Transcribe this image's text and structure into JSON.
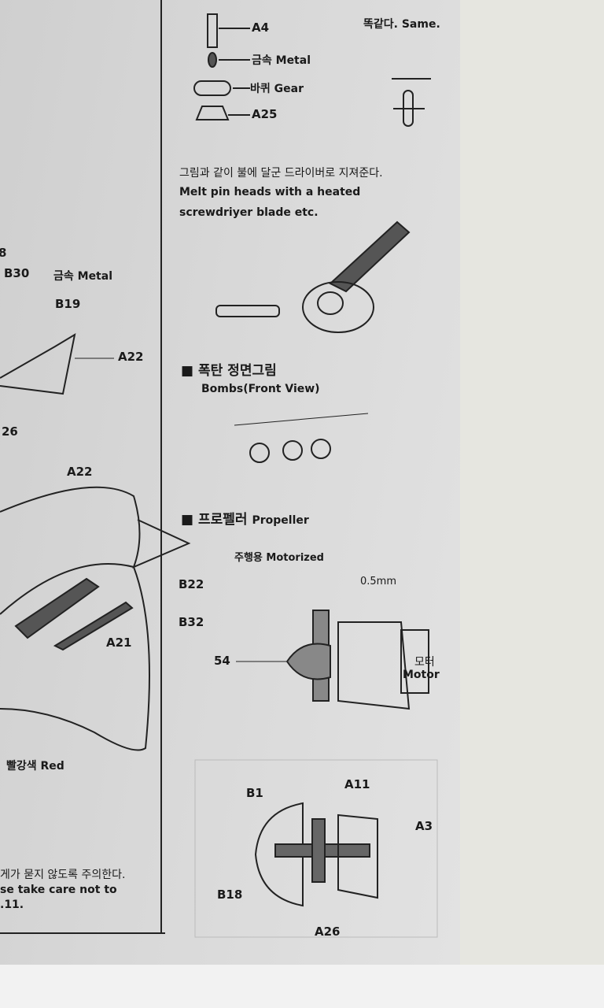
{
  "top_parts": {
    "a4": "A4",
    "metal": "금속 Metal",
    "gear": "바퀴 Gear",
    "a25": "A25",
    "same": "똑같다. Same."
  },
  "melt_note": {
    "korean": "그림과 같이 불에 달군 드라이버로 지져준다.",
    "line1": "Melt pin heads with a heated",
    "line2": "screwdriyer blade etc."
  },
  "left_parts": {
    "b8": "8",
    "b30": "B30",
    "metal": "금속 Metal",
    "b19": "B19",
    "a22_top": "A22",
    "a26": "26",
    "a22_mid": "A22",
    "b22": "B22",
    "b32": "B32",
    "a21": "A21",
    "red": "빨강색 Red"
  },
  "left_note": {
    "korean": "게가 묻지 않도록 주의한다.",
    "line1": "se take care not to",
    "line2": ".11."
  },
  "bombs": {
    "korean": "폭탄 정면그림",
    "english": "Bombs(Front View)"
  },
  "propeller": {
    "korean": "프로펠러",
    "english": "Propeller",
    "motorized": "주행용 Motorized",
    "gap": "0.5mm",
    "part54": "54",
    "motor_kr": "모터",
    "motor_en": "Motor"
  },
  "propeller_assembly": {
    "b1": "B1",
    "a11": "A11",
    "a3": "A3",
    "b18": "B18",
    "a26": "A26"
  }
}
